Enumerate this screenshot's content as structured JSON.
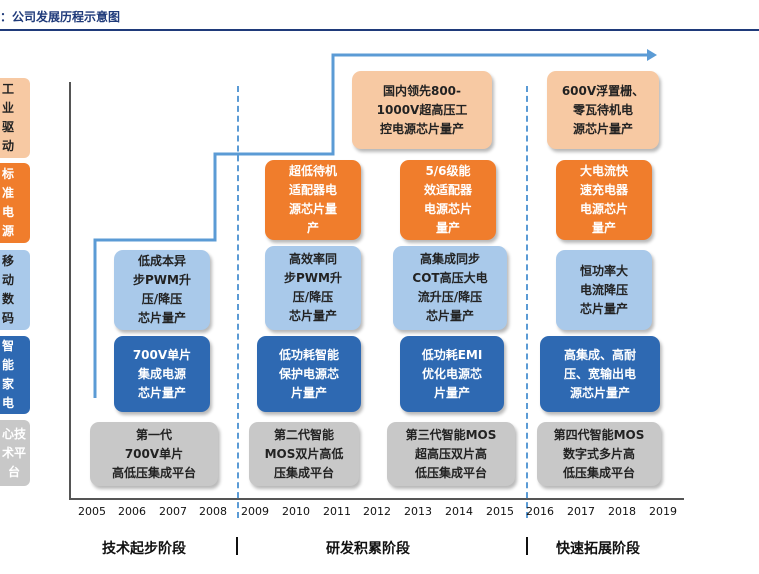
{
  "header": {
    "title": "：公司发展历程示意图"
  },
  "categories": [
    {
      "label": "工业驱动",
      "color": "#f7c9a3"
    },
    {
      "label": "标准电源",
      "color": "#f07d2c"
    },
    {
      "label": "移动数码",
      "color": "#a9c9ea"
    },
    {
      "label": "智能家电",
      "color": "#2e69b2"
    },
    {
      "label": "心技术平台",
      "color": "#c8c8c8"
    }
  ],
  "boxes": {
    "tech_platform_1": "第一代\n700V单片\n高低压集成平台",
    "tech_platform_2": "第二代智能\nMOS双片高低\n压集成平台",
    "tech_platform_3": "第三代智能MOS\n超高压双片高\n低压集成平台",
    "tech_platform_4": "第四代智能MOS\n数字式多片高\n低压集成平台",
    "appliance_1": "700V单片\n集成电源\n芯片量产",
    "appliance_2": "低功耗智能\n保护电源芯\n片量产",
    "appliance_3": "低功耗EMI\n优化电源芯\n片量产",
    "appliance_4": "高集成、高耐\n压、宽输出电\n源芯片量产",
    "mobile_1": "低成本异\n步PWM升\n压/降压\n芯片量产",
    "mobile_2": "高效率同\n步PWM升\n压/降压\n芯片量产",
    "mobile_3": "高集成同步\nCOT高压大电\n流升压/降压\n芯片量产",
    "mobile_4": "恒功率大\n电流降压\n芯片量产",
    "standard_2": "超低待机\n适配器电\n源芯片量\n产",
    "standard_3": "5/6级能\n效适配器\n电源芯片\n量产",
    "standard_4": "大电流快\n速充电器\n电源芯片\n量产",
    "industrial_3": "国内领先800-\n1000V超高压工\n控电源芯片量产",
    "industrial_4": "600V浮置栅、\n零瓦待机电\n源芯片量产"
  },
  "years": [
    "2005",
    "2006",
    "2007",
    "2008",
    "2009",
    "2010",
    "2011",
    "2012",
    "2013",
    "2014",
    "2015",
    "2016",
    "2017",
    "2018",
    "2019"
  ],
  "phases": [
    "技术起步阶段",
    "研发积累阶段",
    "快速拓展阶段"
  ],
  "colors": {
    "arrow": "#5b9bd5",
    "divider": "#5b9bd5",
    "axis": "#555555",
    "header": "#1f3a7a"
  }
}
